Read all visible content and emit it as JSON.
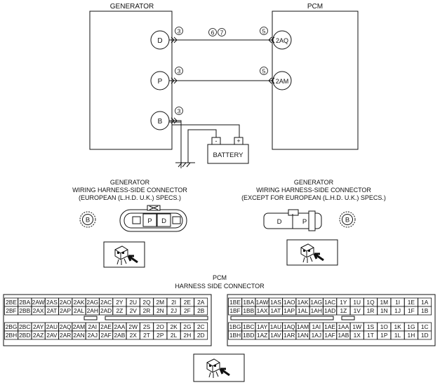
{
  "schematic": {
    "generator_title": "GENERATOR",
    "pcm_title": "PCM",
    "generator_terminals": [
      "D",
      "P",
      "B"
    ],
    "pcm_terminals": [
      "2AQ",
      "2AM"
    ],
    "callout_generator": "3",
    "callout_pcm": "5",
    "callout_mid_1": "6",
    "callout_mid_2": "7",
    "battery_label": "BATTERY",
    "battery_minus": "-",
    "battery_plus": "+"
  },
  "connector_eu": {
    "line1": "GENERATOR",
    "line2": "WIRING HARNESS-SIDE CONNECTOR",
    "line3": "(EUROPEAN (L.H.D. U.K.) SPECS.)",
    "terminal_b": "B",
    "pins": [
      "P",
      "D"
    ]
  },
  "connector_non_eu": {
    "line1": "GENERATOR",
    "line2": "WIRING HARNESS-SIDE CONNECTOR",
    "line3": "(EXCEPT FOR EUROPEAN (L.H.D. U.K.) SPECS.)",
    "terminal_b": "B",
    "pins": [
      "D",
      "P"
    ]
  },
  "pcm_connector": {
    "title": "PCM",
    "subtitle": "HARNESS SIDE CONNECTOR",
    "left_block": [
      [
        "2BE",
        "2BA",
        "2AW",
        "2AS",
        "2AO",
        "2AK",
        "2AG",
        "2AC",
        "2Y",
        "2U",
        "2Q",
        "2M",
        "2I",
        "2E",
        "2A"
      ],
      [
        "2BF",
        "2BB",
        "2AX",
        "2AT",
        "2AP",
        "2AL",
        "2AH",
        "2AD",
        "2Z",
        "2V",
        "2R",
        "2N",
        "2J",
        "2F",
        "2B"
      ],
      [
        "2BG",
        "2BC",
        "2AY",
        "2AU",
        "2AQ",
        "2AM",
        "2AI",
        "2AE",
        "2AA",
        "2W",
        "2S",
        "2O",
        "2K",
        "2G",
        "2C"
      ],
      [
        "2BH",
        "2BD",
        "2AZ",
        "2AV",
        "2AR",
        "2AN",
        "2AJ",
        "2AF",
        "2AB",
        "2X",
        "2T",
        "2P",
        "2L",
        "2H",
        "2D"
      ]
    ],
    "right_block": [
      [
        "1BE",
        "1BA",
        "1AW",
        "1AS",
        "1AO",
        "1AK",
        "1AG",
        "1AC",
        "1Y",
        "1U",
        "1Q",
        "1M",
        "1I",
        "1E",
        "1A"
      ],
      [
        "1BF",
        "1BB",
        "1AX",
        "1AT",
        "1AP",
        "1AL",
        "1AH",
        "1AD",
        "1Z",
        "1V",
        "1R",
        "1N",
        "1J",
        "1F",
        "1B"
      ],
      [
        "1BG",
        "1BC",
        "1AY",
        "1AU",
        "1AQ",
        "1AM",
        "1AI",
        "1AE",
        "1AA",
        "1W",
        "1S",
        "1O",
        "1K",
        "1G",
        "1C"
      ],
      [
        "1BH",
        "1BD",
        "1AZ",
        "1AV",
        "1AR",
        "1AN",
        "1AJ",
        "1AF",
        "1AB",
        "1X",
        "1T",
        "1P",
        "1L",
        "1H",
        "1D"
      ]
    ]
  }
}
